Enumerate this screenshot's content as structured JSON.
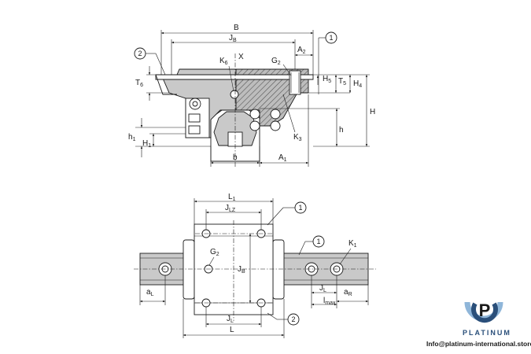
{
  "top_view_labels": {
    "B": "B",
    "JB": "J",
    "JB_sub": "B",
    "A2": "A",
    "A2_sub": "2",
    "K6": "K",
    "K6_sub": "6",
    "X": "X",
    "G2": "G",
    "G2_sub": "2",
    "T6": "T",
    "T6_sub": "6",
    "H5": "H",
    "H5_sub": "5",
    "T5": "T",
    "T5_sub": "5",
    "H4": "H",
    "H4_sub": "4",
    "H": "H",
    "h": "h",
    "K3": "K",
    "K3_sub": "3",
    "h1": "h",
    "h1_sub": "1",
    "H1": "H",
    "H1_sub": "1",
    "b": "b",
    "A1": "A",
    "A1_sub": "1"
  },
  "bottom_view_labels": {
    "L1": "L",
    "L1_sub": "1",
    "JLZ": "J",
    "JLZ_sub": "LZ",
    "G2": "G",
    "G2_sub": "2",
    "JB": "J",
    "JB_sub": "B",
    "K1": "K",
    "K1_sub": "1",
    "aL": "a",
    "aL_sub": "L",
    "JL_small": "J",
    "JL_small_sub": "L",
    "aR": "a",
    "aR_sub": "R",
    "lmax": "l",
    "lmax_sub": "max",
    "JL": "J",
    "JL_sub": "L",
    "L": "L"
  },
  "callouts": {
    "c1_top": "1",
    "c2_top": "2",
    "c1_bottom_a": "1",
    "c1_bottom_b": "1",
    "c2_bottom": "2"
  },
  "logo": {
    "letter": "P",
    "name": "PLATINUM",
    "email": "Info@platinum-international.store",
    "colors": {
      "dark": "#2a4f7a",
      "light": "#8fb6d9"
    }
  }
}
